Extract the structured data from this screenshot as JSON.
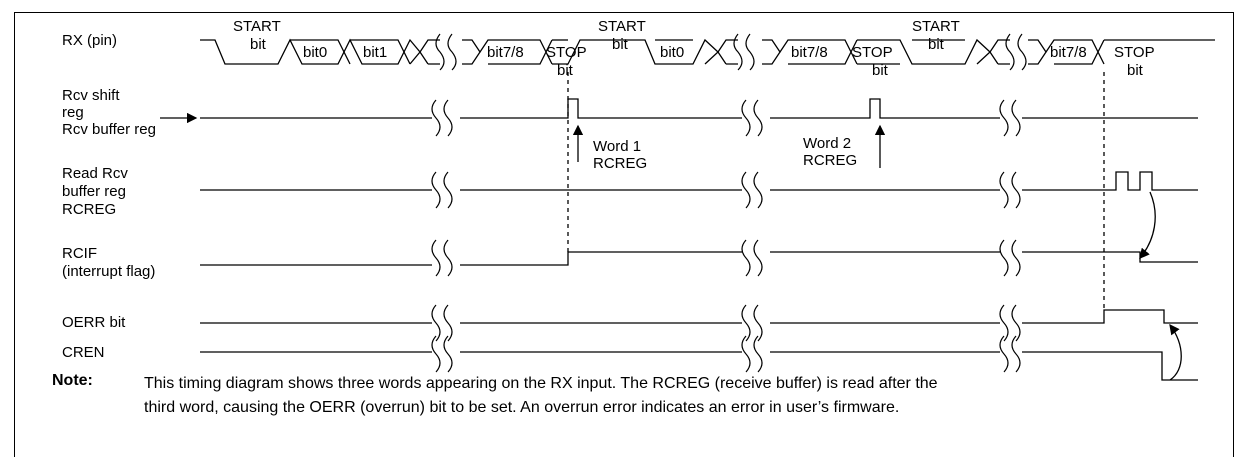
{
  "signals": {
    "rx": "RX (pin)",
    "rcv_shift_1": "Rcv shift",
    "rcv_shift_2": "reg",
    "rcv_buffer": "Rcv buffer reg",
    "read_1": "Read Rcv",
    "read_2": "buffer reg",
    "read_3": "RCREG",
    "rcif_1": "RCIF",
    "rcif_2": "(interrupt flag)",
    "oerr": "OERR bit",
    "cren": "CREN"
  },
  "rx_bits": {
    "start_top": "START",
    "start_bot": "bit",
    "bit0": "bit0",
    "bit1": "bit1",
    "bit78": "bit7/8",
    "stop_top": "STOP",
    "stop_bot": "bit"
  },
  "annotations": {
    "word1_1": "Word 1",
    "word1_2": "RCREG",
    "word2_1": "Word 2",
    "word2_2": "RCREG"
  },
  "note": {
    "label": "Note:",
    "line1": "This timing diagram shows three words appearing on the RX input. The RCREG (receive buffer) is read after the",
    "line2": "third word, causing the OERR (overrun) bit to be set. An overrun error indicates an error in user’s firmware."
  }
}
